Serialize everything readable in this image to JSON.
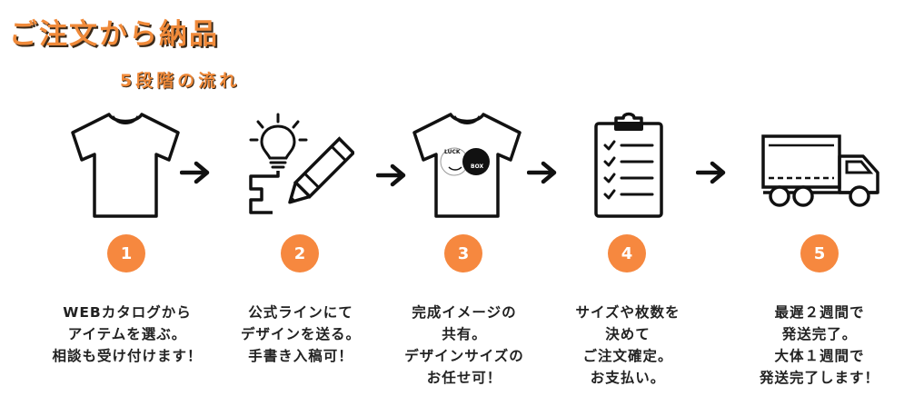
{
  "header": {
    "title": "ご注文から納品",
    "subtitle": "5段階の流れ"
  },
  "colors": {
    "accent": "#f6883f",
    "text": "#222222",
    "outline": "#111111"
  },
  "steps": [
    {
      "number": "1",
      "icon": "tshirt-icon",
      "lines": [
        "WEBカタログから",
        "アイテムを選ぶ。",
        "相談も受け付けます！"
      ]
    },
    {
      "number": "2",
      "icon": "lightbulb-pencil-icon",
      "lines": [
        "公式ラインにて",
        "デザインを送る。",
        "手書き入稿可！"
      ]
    },
    {
      "number": "3",
      "icon": "printed-tshirt-icon",
      "logo_text_top": "LUCK",
      "logo_text_bottom": "BOX",
      "lines": [
        "完成イメージの",
        "共有。",
        "デザインサイズの",
        "お任せ可！"
      ]
    },
    {
      "number": "4",
      "icon": "clipboard-checklist-icon",
      "lines": [
        "サイズや枚数を",
        "決めて",
        "ご注文確定。",
        "お支払い。"
      ]
    },
    {
      "number": "5",
      "icon": "delivery-truck-icon",
      "lines": [
        "最遅２週間で",
        "発送完了。",
        "大体１週間で",
        "発送完了します！"
      ]
    }
  ],
  "arrows": [
    "arrow-right-icon",
    "arrow-right-icon",
    "arrow-right-icon",
    "arrow-right-icon"
  ]
}
